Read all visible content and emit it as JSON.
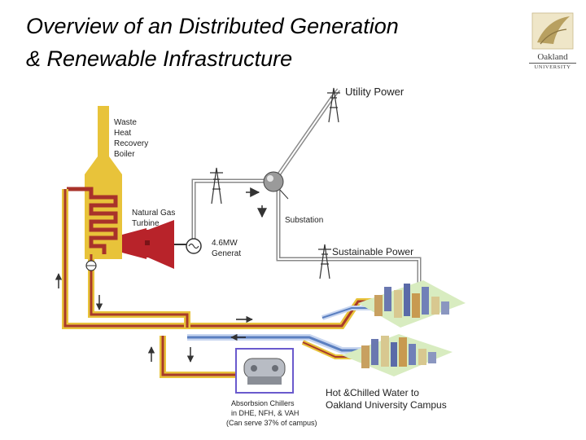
{
  "title": {
    "line1": "Overview of an Distributed Generation",
    "line2": "& Renewable Infrastructure"
  },
  "logo": {
    "name": "Oakland",
    "sub": "UNIVERSITY"
  },
  "labels": {
    "utility_power": "Utility Power",
    "boiler": [
      "Waste",
      "Heat",
      "Recovery",
      "Boiler"
    ],
    "turbine": [
      "Natural Gas",
      "Turbine"
    ],
    "generator": [
      "4.6MW",
      "Generat"
    ],
    "substation": "Substation",
    "sustainable_power": "Sustainable Power",
    "campus": [
      "Hot &Chilled Water to",
      "Oakland University Campus"
    ],
    "chillers": [
      "Absorbsion Chillers",
      "in DHE, NFH, & VAH",
      "(Can serve 37% of campus)"
    ]
  },
  "colors": {
    "boiler": "#e8c33a",
    "turbine": "#b8232a",
    "hot_pipe": "#a83a2a",
    "cold_pipe": "#5a7fc0",
    "power_line": "#888888",
    "chiller_border": "#6a5acd"
  }
}
